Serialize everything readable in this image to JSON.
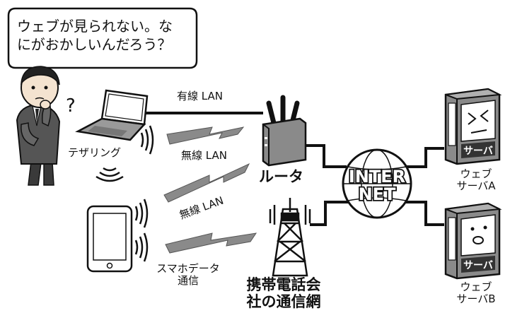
{
  "speech_bubble": {
    "line1": "ウェブが見られない。な",
    "line2": "にがおかしいんだろう？"
  },
  "question_mark": "?",
  "labels": {
    "tethering": "テザリング",
    "wired_lan": "有線 LAN",
    "wireless_lan_1": "無線 LAN",
    "wireless_lan_2": "無線 LAN",
    "router": "ルータ",
    "smartphone_comm_line1": "スマホデータ",
    "smartphone_comm_line2": "通信",
    "carrier_line1": "携帯電話会",
    "carrier_line2": "社の通信網",
    "internet_line1": "INTER",
    "internet_line2": "NET",
    "server_a_line1": "ウェブ",
    "server_a_line2": "サーバA",
    "server_b_line1": "ウェブ",
    "server_b_line2": "サーバB",
    "server_a_plate": "サーバ",
    "server_b_plate": "サーバ"
  },
  "colors": {
    "line": "#111111",
    "bolt": "#8a8a8a",
    "device_gray": "#9a9a9a",
    "suit": "#555555"
  }
}
